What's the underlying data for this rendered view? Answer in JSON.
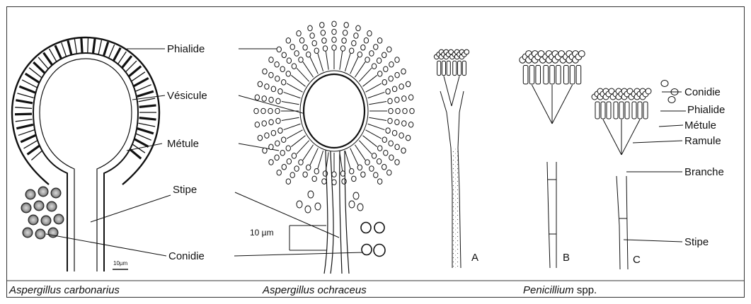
{
  "captions": {
    "carbonarius": "Aspergillus carbonarius",
    "ochraceus": "Aspergillus ochraceus",
    "penicillium_genus": "Penicillium",
    "penicillium_spp": "spp."
  },
  "aspergillus_labels": {
    "phialide": "Phialide",
    "vesicule": "Vésicule",
    "metule": "Métule",
    "stipe": "Stipe",
    "conidie": "Conidie"
  },
  "scale_bars": {
    "ochraceus": "10 µm",
    "carbonarius": "10µm"
  },
  "penicillium_labels": {
    "conidie": "Conidie",
    "phialide": "Phialide",
    "metule": "Métule",
    "ramule": "Ramule",
    "branche": "Branche",
    "stipe": "Stipe"
  },
  "panel_letters": {
    "a": "A",
    "b": "B",
    "c": "C"
  }
}
